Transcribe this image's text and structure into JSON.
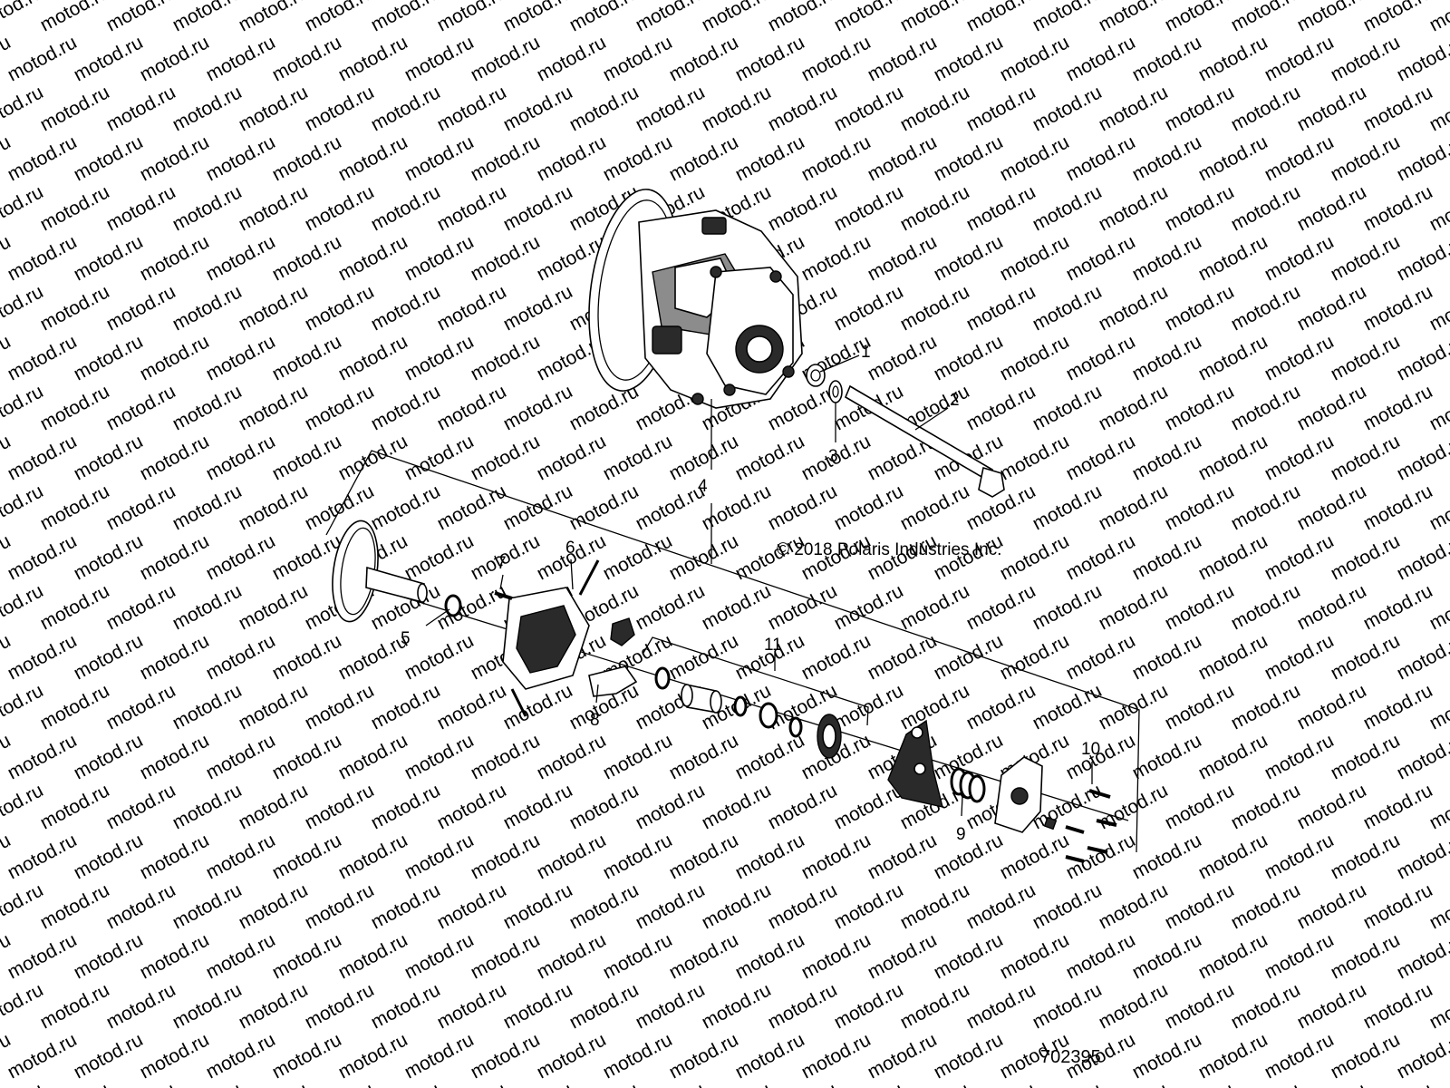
{
  "watermark": {
    "text": "motod.ru"
  },
  "copyright": "© 2018 Polaris Industries Inc.",
  "drawing_number": "702395",
  "callouts": [
    "1",
    "2",
    "3",
    "4",
    "5",
    "6",
    "7",
    "8",
    "9",
    "10",
    "11"
  ]
}
